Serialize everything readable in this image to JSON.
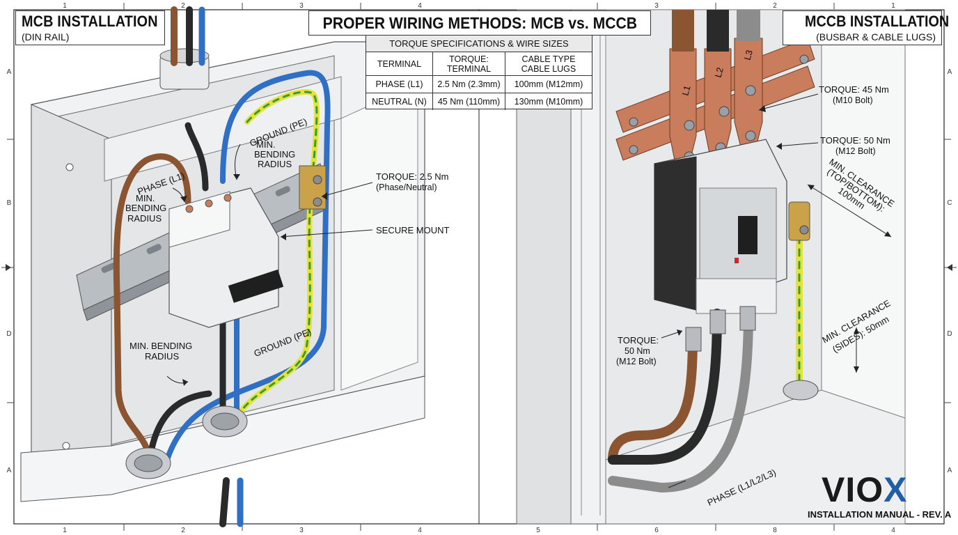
{
  "main_title": "PROPER WIRING METHODS: MCB vs. MCCB",
  "left_panel": {
    "title": "MCB INSTALLATION",
    "subtitle": "(DIN RAIL)"
  },
  "right_panel": {
    "title": "MCCB INSTALLATION",
    "subtitle": "(BUSBAR & CABLE LUGS)"
  },
  "spec_table": {
    "caption": "TORQUE SPECIFICATIONS & WIRE SIZES",
    "headers": [
      [
        "TERMINAL"
      ],
      [
        "TORQUE:",
        "TERMINAL"
      ],
      [
        "CABLE TYPE",
        "CABLE LUGS"
      ]
    ],
    "rows": [
      [
        "PHASE (L1)",
        "2.5 Nm (2.3mm)",
        "100mm (M12mm)"
      ],
      [
        "NEUTRAL (N)",
        "45 Nm (110mm)",
        "130mm (M10mm)"
      ]
    ]
  },
  "left_callouts": {
    "ground_pe_top": "GROUND (PE)",
    "min_bending_top": [
      "MIN.",
      "BENDING",
      "RADIUS"
    ],
    "phase_l1": "PHASE (L1)",
    "min_bending_left": [
      "MIN.",
      "BENDING",
      "RADIUS"
    ],
    "torque": [
      "TORQUE: 2.5 Nm",
      "(Phase/Neutral)"
    ],
    "secure_mount": "SECURE MOUNT",
    "ground_pe_bottom": "GROUND (PE)",
    "min_bending_bottom": [
      "MIN. BENDING",
      "RADIUS"
    ]
  },
  "right_callouts": {
    "busbar_labels": [
      "L1",
      "L2",
      "L3"
    ],
    "torque_m10": [
      "TORQUE: 45 Nm",
      "(M10 Bolt)"
    ],
    "torque_m12": [
      "TORQUE: 50 Nm",
      "(M12 Bolt)"
    ],
    "clearance_top": [
      "MIN. CLEARANCE",
      "(TOP/BOTTOM):",
      "100mm"
    ],
    "clearance_sides": [
      "MIN. CLEARANCE",
      "(SIDES): 50mm"
    ],
    "torque_cable": [
      "TORQUE:",
      "50 Nm",
      "(M12 Bolt)"
    ],
    "phase_label": "PHASE (L1/L2/L3)"
  },
  "frame": {
    "top_ticks": [
      "1",
      "2",
      "3",
      "4",
      "3",
      "2",
      "1"
    ],
    "bottom_ticks": [
      "1",
      "2",
      "3",
      "4",
      "5",
      "6",
      "8",
      "4"
    ],
    "left_ticks": [
      "A",
      "B",
      "D",
      "A"
    ],
    "right_ticks": [
      "A",
      "C",
      "D",
      "A"
    ]
  },
  "logo": {
    "text_main": "VIO",
    "text_accent": "X",
    "accent_color": "#1f5fa8"
  },
  "footer": "INSTALLATION MANUAL - REV. A",
  "colors": {
    "phase": "#8a5530",
    "neutral": "#2f6fc4",
    "ground_yellow": "#e4e33a",
    "ground_green": "#3a9a3a",
    "black": "#2a2a2a",
    "copper": "#c97d5c",
    "grey_cable": "#8c8c8c"
  }
}
